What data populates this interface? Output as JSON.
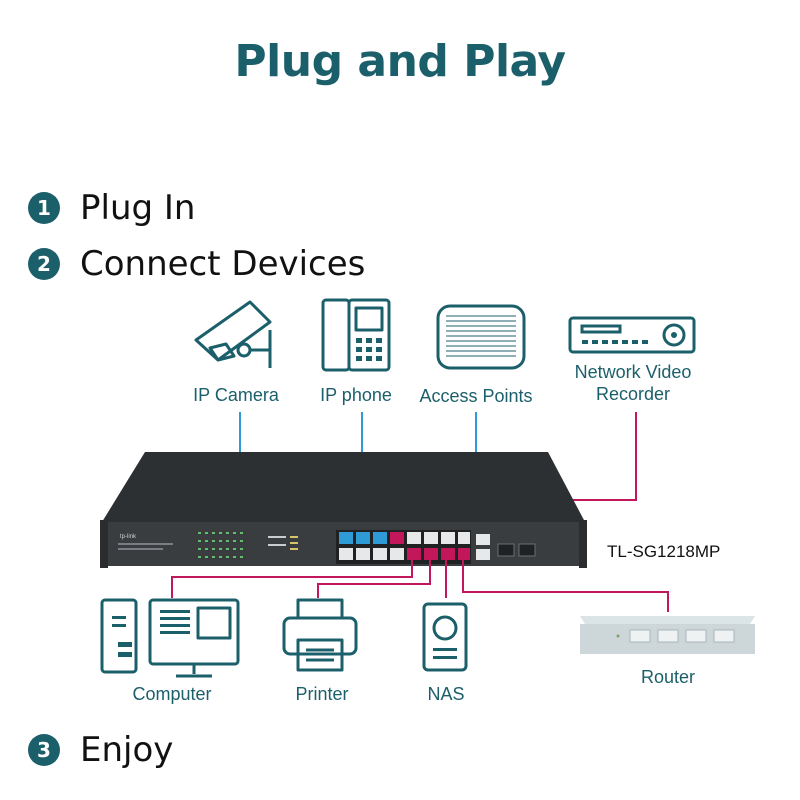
{
  "title": "Plug and Play",
  "steps": [
    {
      "num": "1",
      "label": "Plug In"
    },
    {
      "num": "2",
      "label": "Connect Devices"
    },
    {
      "num": "3",
      "label": "Enjoy"
    }
  ],
  "devices_top": {
    "ip_camera": "IP Camera",
    "ip_phone": "IP phone",
    "access_points": "Access Points",
    "nvr_line1": "Network Video",
    "nvr_line2": "Recorder"
  },
  "devices_bottom": {
    "computer": "Computer",
    "printer": "Printer",
    "nas": "NAS",
    "router": "Router"
  },
  "switch": {
    "model": "TL-SG1218MP",
    "brand": "tp-link"
  },
  "colors": {
    "teal": "#1b5f6b",
    "poe_blue": "#2e9ad6",
    "link_magenta": "#c2185b",
    "switch_body": "#3a3d40"
  }
}
